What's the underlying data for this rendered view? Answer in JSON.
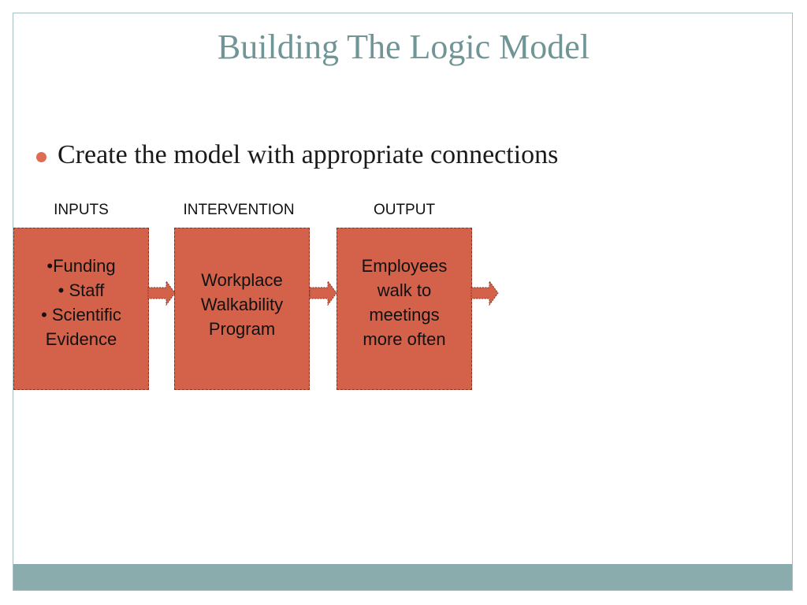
{
  "slide": {
    "title": "Building The Logic Model",
    "bullet": "Create the model with appropriate connections"
  },
  "diagram": {
    "columns": [
      {
        "label": "INPUTS",
        "lines": [
          "•Funding",
          "• Staff",
          "• Scientific",
          "Evidence"
        ]
      },
      {
        "label": "INTERVENTION",
        "lines": [
          "Workplace",
          "Walkability",
          "Program"
        ]
      },
      {
        "label": "OUTPUT",
        "lines": [
          "Employees",
          "walk to",
          "meetings",
          "more often"
        ]
      }
    ]
  },
  "colors": {
    "title": "#6f9597",
    "bullet_dot": "#e06b52",
    "box_fill": "#d4614a",
    "box_border": "#8a3020",
    "footer_band": "#8aacad",
    "frame_border": "#a8bfc0"
  }
}
